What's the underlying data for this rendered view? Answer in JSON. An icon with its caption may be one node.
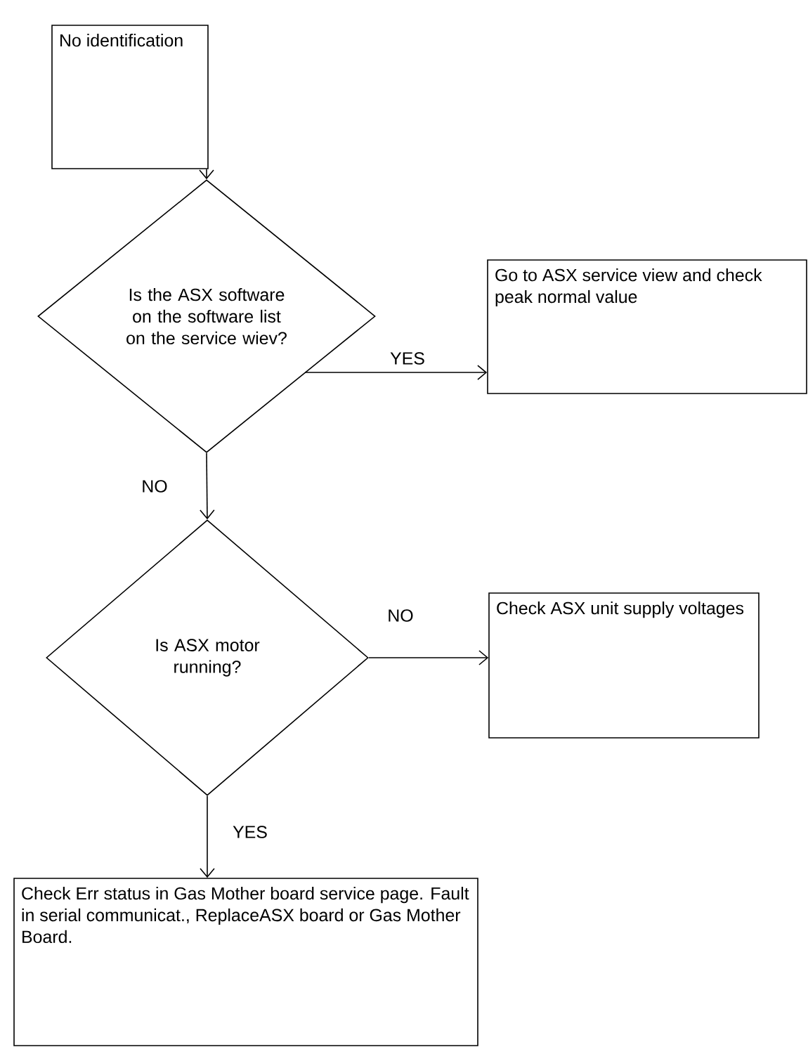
{
  "diagram": {
    "nodes": [
      {
        "text": [
          "No identification"
        ]
      },
      {
        "text": [
          "Is the ASX software on the software list on the service wiev?"
        ]
      },
      {
        "text": [
          "Go to ASX service view and check peak normal value"
        ]
      },
      {
        "text": [
          "Is ASX motor running?"
        ]
      },
      {
        "text": [
          "Check ASX unit supply voltages"
        ]
      },
      {
        "text": [
          "Check Err status in Gas Mother board service page. Fault in serial communicat., ReplaceASX board or Gas Mother Board."
        ]
      }
    ],
    "edges": [
      {
        "from": 0,
        "to": 1,
        "arrow": "to"
      },
      {
        "from": 1,
        "to": 2,
        "arrow": "to",
        "label": "YES"
      },
      {
        "from": 1,
        "to": 3,
        "arrow": "to",
        "label": "NO"
      },
      {
        "from": 3,
        "to": 4,
        "arrow": "to",
        "label": "NO"
      },
      {
        "from": 3,
        "to": 5,
        "arrow": "to",
        "label": "YES"
      }
    ]
  }
}
